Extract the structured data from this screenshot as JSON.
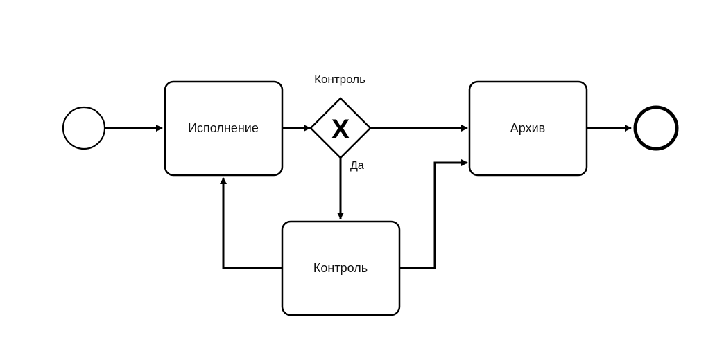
{
  "diagram": {
    "type": "bpmn-process",
    "colors": {
      "stroke": "#000000",
      "fill": "#ffffff",
      "text": "#111111"
    },
    "start_event": {
      "kind": "start-event"
    },
    "end_event": {
      "kind": "end-event"
    },
    "tasks": {
      "execution": {
        "label": "Исполнение"
      },
      "archive": {
        "label": "Архив"
      },
      "control": {
        "label": "Контроль"
      }
    },
    "gateway": {
      "kind": "exclusive-gateway",
      "marker": "X",
      "label": "Контроль"
    },
    "flows": {
      "yes_label": "Да"
    }
  }
}
